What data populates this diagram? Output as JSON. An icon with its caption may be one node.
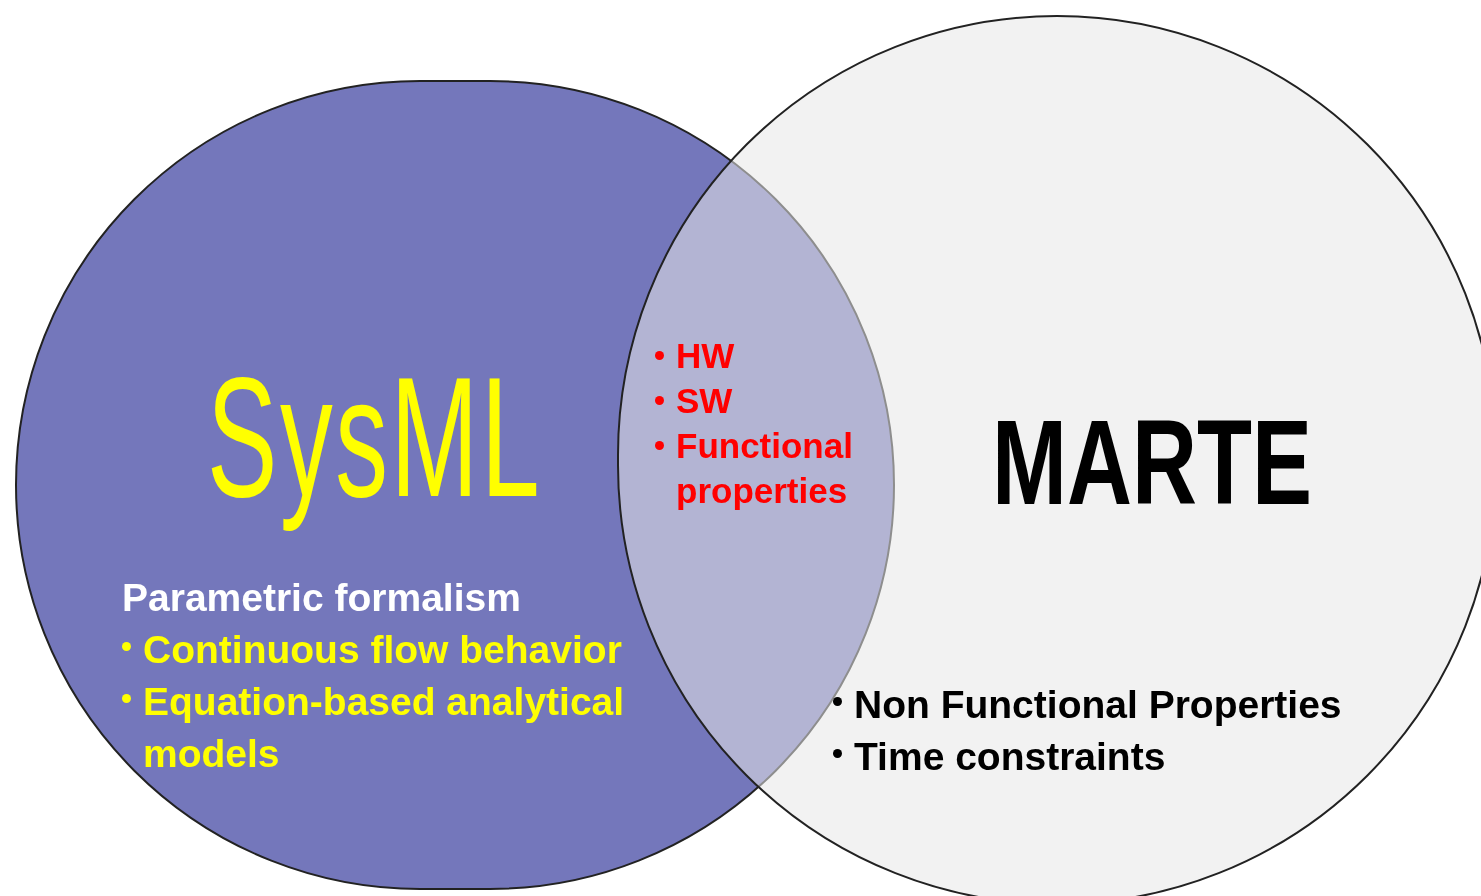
{
  "diagram": {
    "nodes": [
      {
        "text": [
          "SysML",
          "Parametric formalism",
          "Continuous flow behavior",
          "Equation-based analytical models"
        ]
      },
      {
        "text": [
          "MARTE",
          "Non Functional Properties",
          "Time constraints"
        ]
      }
    ],
    "labels": [
      "HW",
      "SW",
      "Functional properties"
    ]
  }
}
